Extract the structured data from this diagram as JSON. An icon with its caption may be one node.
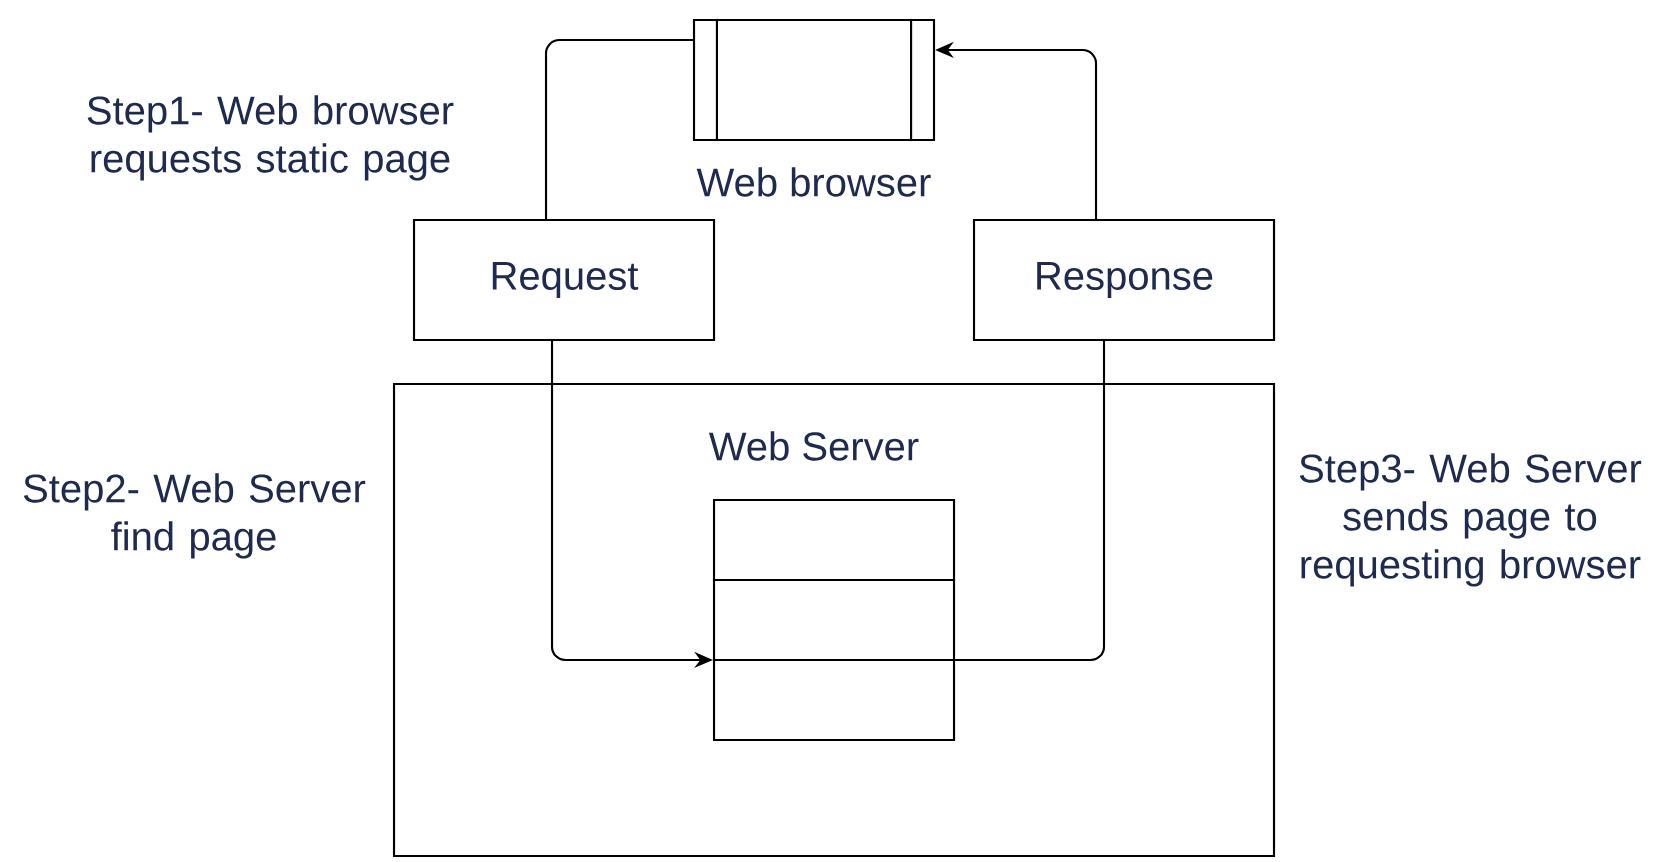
{
  "diagram": {
    "nodes": [
      {
        "text": [
          "Web browser"
        ]
      },
      {
        "text": [
          "Request"
        ]
      },
      {
        "text": [
          "Response"
        ]
      },
      {
        "text": [
          "Web Server"
        ]
      },
      {
        "text": [],
        "shape": "box",
        "in": 3
      }
    ],
    "edges": [
      {
        "from": 0,
        "to": 1,
        "arrow": "none"
      },
      {
        "from": 1,
        "to": 4,
        "arrow": "to"
      },
      {
        "from": 4,
        "to": 2,
        "arrow": "none"
      },
      {
        "from": 2,
        "to": 0,
        "arrow": "to"
      }
    ],
    "labels": [
      "Step1- Web browser requests static page",
      "Step2- Web Server find page",
      "Step3- Web Server sends page to requesting browser"
    ]
  }
}
